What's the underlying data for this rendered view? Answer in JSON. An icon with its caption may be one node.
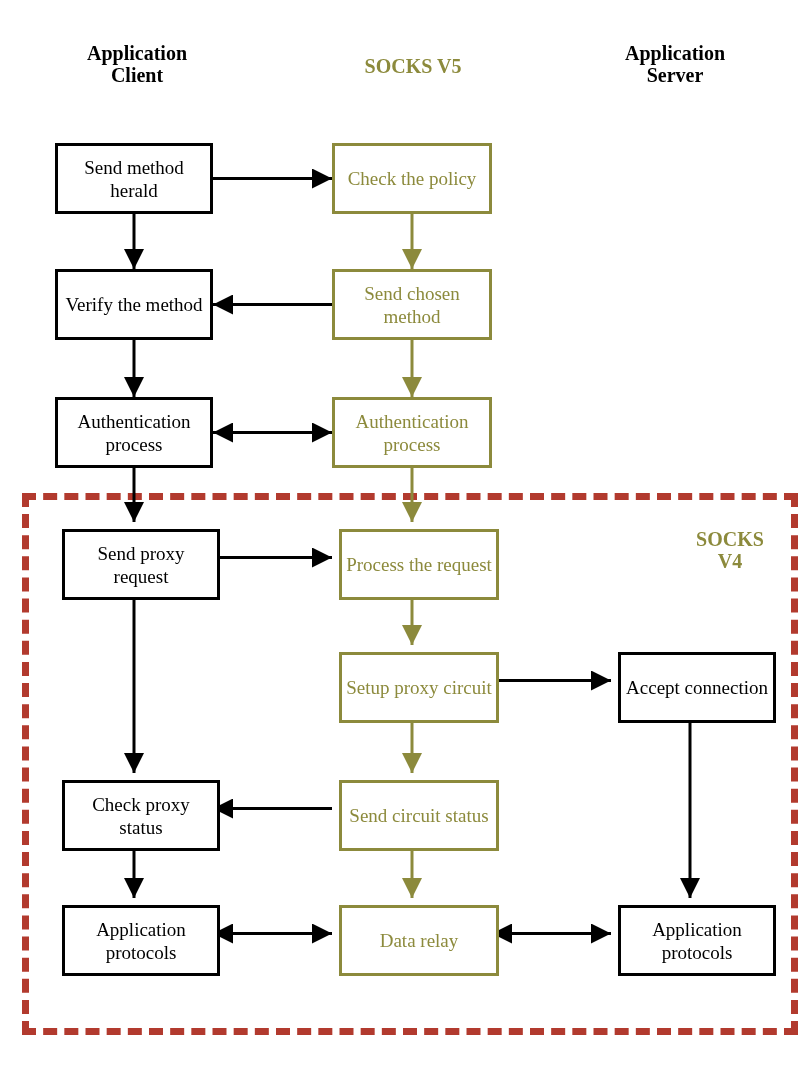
{
  "diagram": {
    "nodes": [
      {
        "text": [
          "Send method herald"
        ]
      },
      {
        "text": [
          "Check the policy"
        ]
      },
      {
        "text": [
          "Verify the method"
        ]
      },
      {
        "text": [
          "Send chosen method"
        ]
      },
      {
        "text": [
          "Authentication process"
        ]
      },
      {
        "text": [
          "Authentication process"
        ]
      },
      {
        "text": [
          "SOCKS V4"
        ]
      },
      {
        "text": [
          "Send proxy request"
        ],
        "in": 6
      },
      {
        "text": [
          "Process the request"
        ],
        "in": 6
      },
      {
        "text": [
          "Setup proxy circuit"
        ],
        "in": 6
      },
      {
        "text": [
          "Accept connection"
        ],
        "in": 6
      },
      {
        "text": [
          "Check proxy status"
        ],
        "in": 6
      },
      {
        "text": [
          "Send circuit status"
        ],
        "in": 6
      },
      {
        "text": [
          "Application protocols"
        ],
        "in": 6
      },
      {
        "text": [
          "Data relay"
        ],
        "in": 6
      },
      {
        "text": [
          "Application protocols"
        ],
        "in": 6
      }
    ],
    "edges": [
      {
        "from": 0,
        "to": 1,
        "arrow": "to"
      },
      {
        "from": 0,
        "to": 2,
        "arrow": "to"
      },
      {
        "from": 1,
        "to": 3,
        "arrow": "to",
        "color": "#8c8a3c"
      },
      {
        "from": 3,
        "to": 2,
        "arrow": "to"
      },
      {
        "from": 2,
        "to": 4,
        "arrow": "to"
      },
      {
        "from": 3,
        "to": 5,
        "arrow": "to",
        "color": "#8c8a3c"
      },
      {
        "from": 4,
        "to": 5,
        "arrow": "both"
      },
      {
        "from": 4,
        "to": 7,
        "arrow": "to"
      },
      {
        "from": 5,
        "to": 8,
        "arrow": "to",
        "color": "#8c8a3c"
      },
      {
        "from": 7,
        "to": 8,
        "arrow": "to"
      },
      {
        "from": 7,
        "to": 11,
        "arrow": "to"
      },
      {
        "from": 8,
        "to": 9,
        "arrow": "to",
        "color": "#8c8a3c"
      },
      {
        "from": 9,
        "to": 10,
        "arrow": "to"
      },
      {
        "from": 9,
        "to": 12,
        "arrow": "to",
        "color": "#8c8a3c"
      },
      {
        "from": 12,
        "to": 11,
        "arrow": "to"
      },
      {
        "from": 11,
        "to": 13,
        "arrow": "to"
      },
      {
        "from": 12,
        "to": 14,
        "arrow": "to",
        "color": "#8c8a3c"
      },
      {
        "from": 10,
        "to": 15,
        "arrow": "to"
      },
      {
        "from": 13,
        "to": 14,
        "arrow": "both"
      },
      {
        "from": 14,
        "to": 15,
        "arrow": "both"
      }
    ],
    "labels": [
      "Application Client",
      "SOCKS V5",
      "Application Server"
    ]
  }
}
